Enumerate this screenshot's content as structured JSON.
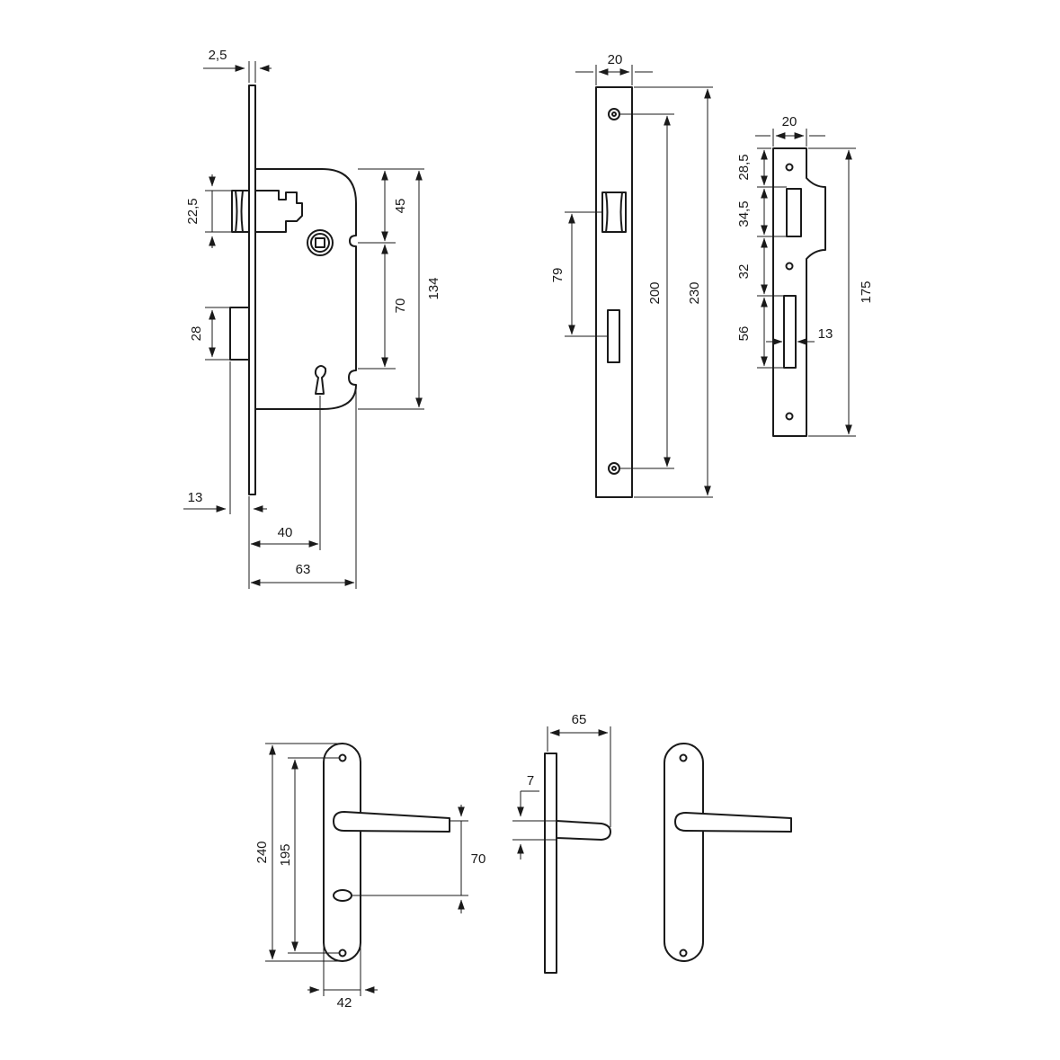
{
  "colors": {
    "line": "#1a1a1a",
    "background": "#ffffff"
  },
  "lock_body": {
    "faceplate_thickness": "2,5",
    "latch_height": "22,5",
    "bolt_height": "28",
    "latch_to_spindle": "45",
    "spindle_to_keyhole": "70",
    "case_height": "134",
    "faceplate_offset": "13",
    "backset": "40",
    "case_depth": "63"
  },
  "faceplate": {
    "width": "20",
    "latch_to_bolt": "79",
    "screw_spacing": "200",
    "total_length": "230"
  },
  "strike_plate": {
    "width": "20",
    "top_margin": "28,5",
    "latch_opening": "34,5",
    "gap": "32",
    "bolt_opening": "56",
    "bolt_opening_width": "13",
    "total_length": "175"
  },
  "handle": {
    "plate_length": "240",
    "screw_spacing": "195",
    "lever_to_keyhole": "70",
    "plate_width": "42",
    "lever_projection": "65",
    "lever_thickness": "7"
  }
}
